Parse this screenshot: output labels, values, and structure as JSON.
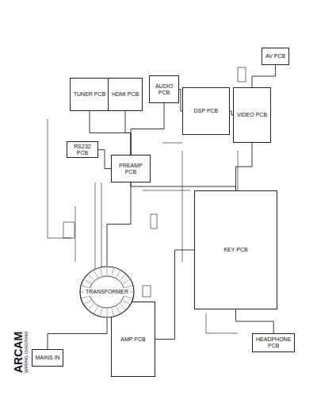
{
  "diagram": {
    "title": "ARCAM",
    "nodes": [
      {
        "text": [
          "TUNER PCB"
        ]
      },
      {
        "text": [
          "HDMI PCB"
        ]
      },
      {
        "text": [
          "AUDIO PCB"
        ]
      },
      {
        "text": [
          "DSP PCB"
        ]
      },
      {
        "text": [
          "VIDEO PCB"
        ]
      },
      {
        "text": [
          "AV PCB"
        ]
      },
      {
        "text": [
          "RS232 PCB"
        ]
      },
      {
        "text": [
          "PREAMP PCB"
        ]
      },
      {
        "text": [
          "KEY PCB"
        ]
      },
      {
        "text": [
          "AMP PCB"
        ]
      },
      {
        "text": [
          "MAINS IN"
        ]
      },
      {
        "text": [
          "TRANSFORMER"
        ]
      },
      {
        "text": [
          "HEADPHONE PCB"
        ]
      }
    ],
    "edges": [
      {
        "from": 7,
        "to": 0,
        "arrow": "none"
      },
      {
        "from": 7,
        "to": 1,
        "arrow": "none"
      },
      {
        "from": 7,
        "to": 2,
        "arrow": "none"
      },
      {
        "from": 2,
        "to": 3,
        "arrow": "none"
      },
      {
        "from": 3,
        "to": 4,
        "arrow": "none"
      },
      {
        "from": 4,
        "to": 5,
        "arrow": "none"
      },
      {
        "from": 6,
        "to": 7,
        "arrow": "none"
      },
      {
        "from": 7,
        "to": 8,
        "arrow": "none"
      },
      {
        "from": 4,
        "to": 8,
        "arrow": "none"
      },
      {
        "from": 11,
        "to": 9,
        "arrow": "none"
      },
      {
        "from": 11,
        "to": 7,
        "arrow": "none"
      },
      {
        "from": 10,
        "to": 11,
        "arrow": "none"
      },
      {
        "from": 9,
        "to": 8,
        "arrow": "none"
      },
      {
        "from": 8,
        "to": 12,
        "arrow": "none"
      }
    ],
    "labels": [
      "WIRING DIAGRAM"
    ]
  }
}
